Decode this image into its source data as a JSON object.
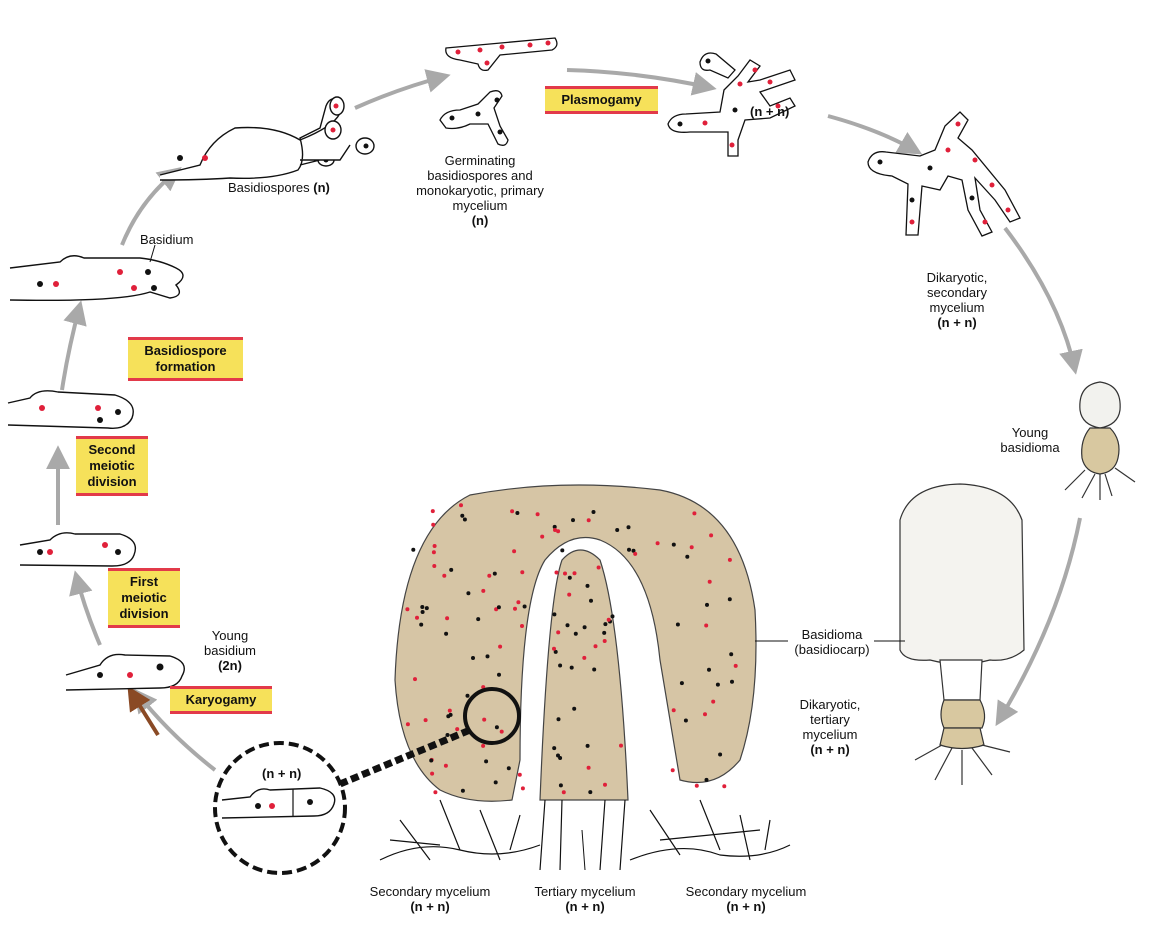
{
  "stages": {
    "plasmogamy": "Plasmogamy",
    "karyogamy": "Karyogamy",
    "first_meiotic": [
      "First",
      "meiotic",
      "division"
    ],
    "second_meiotic": [
      "Second",
      "meiotic",
      "division"
    ],
    "basidiospore_formation": [
      "Basidiospore",
      "formation"
    ]
  },
  "labels": {
    "basidiospores": "Basidiospores",
    "basidiospores_ploidy": "(n)",
    "germinating": [
      "Germinating",
      "basidiospores and",
      "monokaryotic, primary",
      "mycelium"
    ],
    "germinating_ploidy": "(n)",
    "plasmogamy_ploidy": "(n + n)",
    "dikaryotic_secondary": [
      "Dikaryotic,",
      "secondary",
      "mycelium"
    ],
    "dikaryotic_secondary_ploidy": "(n + n)",
    "young_basidioma": [
      "Young",
      "basidioma"
    ],
    "basidioma": [
      "Basidioma",
      "(basidiocarp)"
    ],
    "dikaryotic_tertiary": [
      "Dikaryotic,",
      "tertiary",
      "mycelium"
    ],
    "dikaryotic_tertiary_ploidy": "(n + n)",
    "basidium": "Basidium",
    "young_basidium": [
      "Young",
      "basidium"
    ],
    "young_basidium_ploidy": "(2n)",
    "inset_ploidy": "(n + n)",
    "secondary_mycelium_left": "Secondary mycelium",
    "secondary_mycelium_left_ploidy": "(n + n)",
    "tertiary_mycelium": "Tertiary mycelium",
    "tertiary_mycelium_ploidy": "(n + n)",
    "secondary_mycelium_right": "Secondary mycelium",
    "secondary_mycelium_right_ploidy": "(n + n)"
  },
  "colors": {
    "stage_fill": "#f6e15a",
    "stage_border": "#e23a4a",
    "arrow": "#a9a9a9",
    "nucleus_red": "#e0203a",
    "nucleus_black": "#111111",
    "tissue": "#d6c5a5"
  }
}
